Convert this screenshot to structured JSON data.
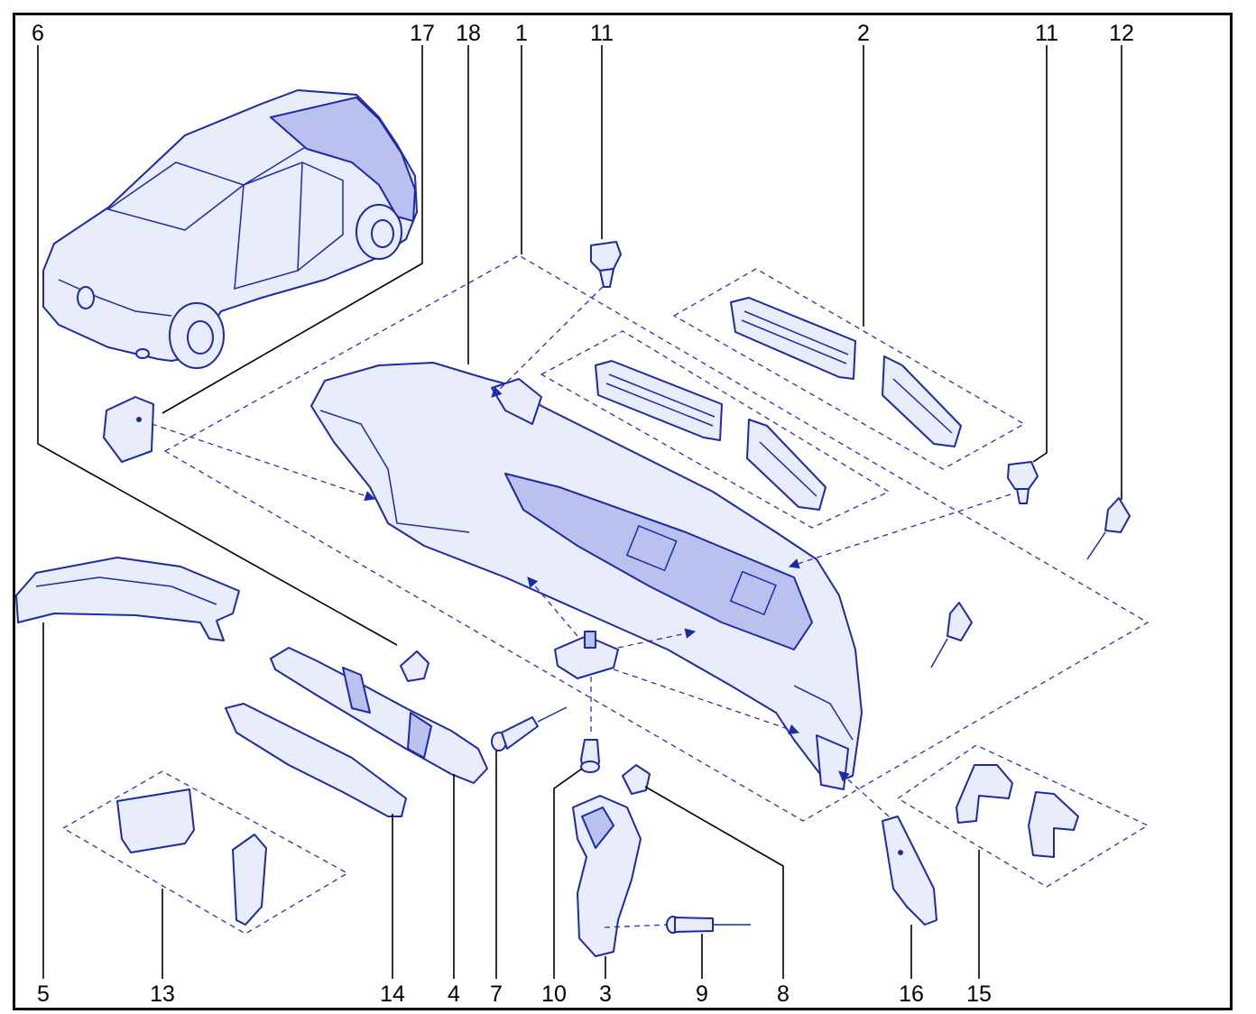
{
  "diagram": {
    "callouts": [
      "6",
      "17",
      "18",
      "1",
      "11",
      "2",
      "11",
      "12",
      "5",
      "13",
      "14",
      "4",
      "7",
      "10",
      "3",
      "9",
      "8",
      "16",
      "15"
    ]
  },
  "colors": {
    "ink": "#1c2aa6",
    "part_fill": "#e9ecfb",
    "part_shade": "#b9c1ee",
    "frame": "#000000",
    "background": "#ffffff"
  }
}
